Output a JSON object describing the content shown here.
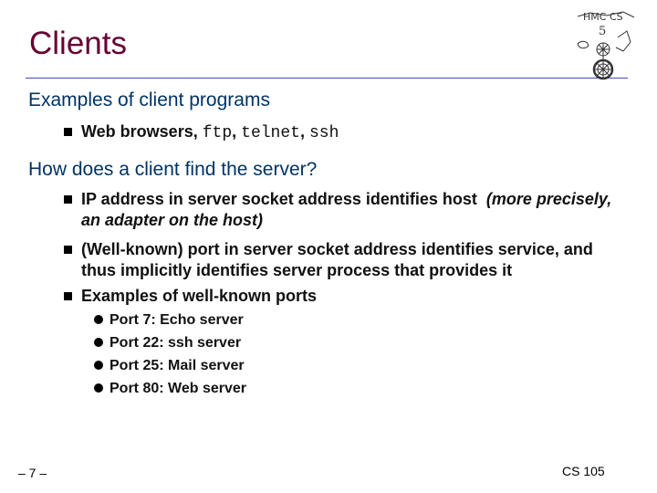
{
  "title": "Clients",
  "section1": {
    "heading": "Examples of client programs",
    "bullet": {
      "text1": "Web browsers, ",
      "code1": "ftp",
      "text2": ", ",
      "code2": "telnet",
      "text3": ", ",
      "code3": "ssh"
    }
  },
  "section2": {
    "heading": "How does a client find the server?",
    "bullets": [
      {
        "text": "IP address in server socket address identifies host",
        "note": "(more precisely, an adapter on the host)"
      },
      {
        "text": "(Well-known) port in server socket address identifies service, and thus implicitly identifies server process that provides it"
      },
      {
        "text": "Examples of well-known ports"
      }
    ],
    "ports": [
      "Port 7: Echo server",
      "Port 22: ssh server",
      "Port 25: Mail server",
      "Port 80: Web server"
    ]
  },
  "footer": {
    "page": "– 7 –",
    "course": "CS 105"
  },
  "logo": {
    "text": "HMC CS",
    "icon": "hmc-cs-logo-icon"
  }
}
